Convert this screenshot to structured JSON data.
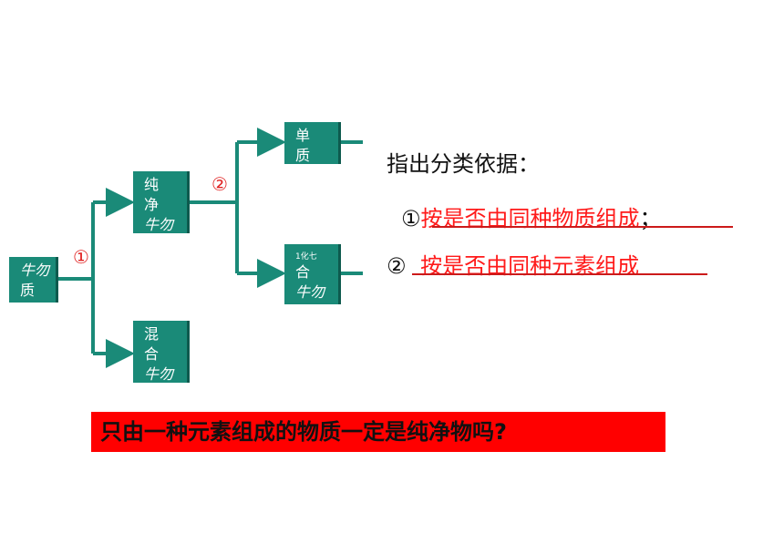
{
  "boxes": {
    "root": {
      "line1": "牛勿",
      "line2": "质"
    },
    "pure": {
      "line1": "纯",
      "line2": "净",
      "line3": "牛勿"
    },
    "mixture": {
      "line1": "混",
      "line2": "合",
      "line3": "牛勿"
    },
    "element": {
      "line1": "单",
      "line2": "质"
    },
    "compound": {
      "line1": "1化七",
      "line2": "合",
      "line3": "牛勿"
    }
  },
  "markers": {
    "first": "①",
    "second": "②"
  },
  "right_panel": {
    "heading": "指出分类依据：",
    "item1_num": "①",
    "item1_text": "按是否由同种物质组成",
    "item1_end": "；",
    "item2_num": "②",
    "item2_text": "按是否由同种元素组成"
  },
  "question": "只由一种元素组成的物质一定是纯净物吗?",
  "colors": {
    "box": "#1a8a78",
    "connector": "#1a8a78",
    "accent_red": "#ff1a1a",
    "banner": "#ff0000"
  }
}
